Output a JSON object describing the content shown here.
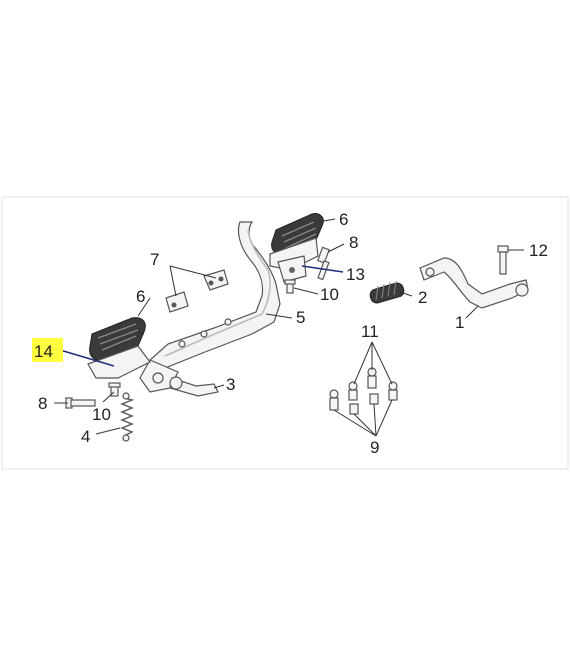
{
  "diagram": {
    "callouts": {
      "n1": "1",
      "n2": "2",
      "n3": "3",
      "n4": "4",
      "n5": "5",
      "n6_upper": "6",
      "n6_left": "6",
      "n7": "7",
      "n8_upper": "8",
      "n8_left": "8",
      "n9": "9",
      "n10_upper": "10",
      "n10_left": "10",
      "n11": "11",
      "n12": "12",
      "n13": "13",
      "n14": "14"
    },
    "highlight_color": "#ffff40",
    "leader_color_highlighted": "#1b2f7a"
  }
}
